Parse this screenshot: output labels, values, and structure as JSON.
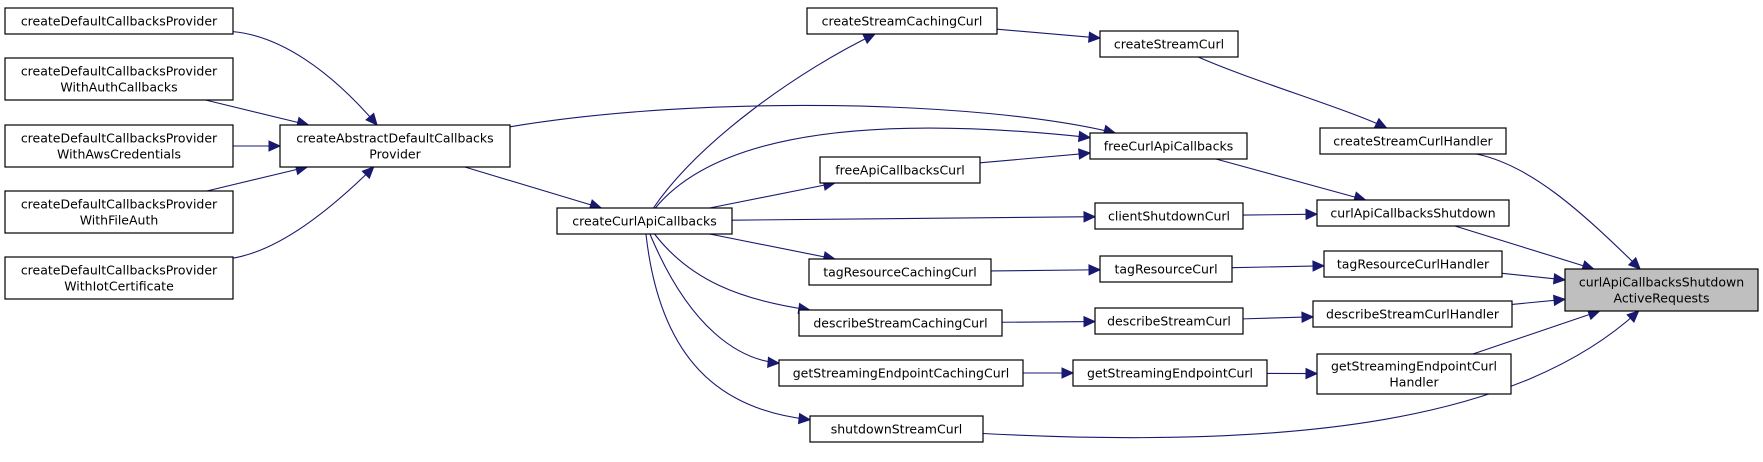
{
  "title": "",
  "colors": {
    "edge": "#191970",
    "node_fill": "#ffffff",
    "node_border": "#000000",
    "root_fill": "#bfbfbf"
  },
  "nodes": {
    "cdcp": {
      "lines": [
        "createDefaultCallbacksProvider"
      ]
    },
    "cdcp_auth": {
      "lines": [
        "createDefaultCallbacksProvider",
        "WithAuthCallbacks"
      ]
    },
    "cdcp_aws": {
      "lines": [
        "createDefaultCallbacksProvider",
        "WithAwsCredentials"
      ]
    },
    "cdcp_file": {
      "lines": [
        "createDefaultCallbacksProvider",
        "WithFileAuth"
      ]
    },
    "cdcp_iot": {
      "lines": [
        "createDefaultCallbacksProvider",
        "WithIotCertificate"
      ]
    },
    "cadcp": {
      "lines": [
        "createAbstractDefaultCallbacks",
        "Provider"
      ]
    },
    "ccac": {
      "lines": [
        "createCurlApiCallbacks"
      ]
    },
    "cscc": {
      "lines": [
        "createStreamCachingCurl"
      ]
    },
    "cscurl": {
      "lines": [
        "createStreamCurl"
      ]
    },
    "facb": {
      "lines": [
        "freeApiCallbacksCurl"
      ]
    },
    "fcac": {
      "lines": [
        "freeCurlApiCallbacks"
      ]
    },
    "csdc": {
      "lines": [
        "clientShutdownCurl"
      ]
    },
    "trcc": {
      "lines": [
        "tagResourceCachingCurl"
      ]
    },
    "trc": {
      "lines": [
        "tagResourceCurl"
      ]
    },
    "dscc": {
      "lines": [
        "describeStreamCachingCurl"
      ]
    },
    "dsc": {
      "lines": [
        "describeStreamCurl"
      ]
    },
    "gsecc": {
      "lines": [
        "getStreamingEndpointCachingCurl"
      ]
    },
    "gsec": {
      "lines": [
        "getStreamingEndpointCurl"
      ]
    },
    "ssc": {
      "lines": [
        "shutdownStreamCurl"
      ]
    },
    "csch": {
      "lines": [
        "createStreamCurlHandler"
      ]
    },
    "cacs": {
      "lines": [
        "curlApiCallbacksShutdown"
      ]
    },
    "trch": {
      "lines": [
        "tagResourceCurlHandler"
      ]
    },
    "dsch": {
      "lines": [
        "describeStreamCurlHandler"
      ]
    },
    "gsech": {
      "lines": [
        "getStreamingEndpointCurl",
        "Handler"
      ]
    },
    "root": {
      "lines": [
        "curlApiCallbacksShutdown",
        "ActiveRequests"
      ]
    }
  },
  "edges": [
    [
      "cdcp",
      "cadcp"
    ],
    [
      "cdcp_auth",
      "cadcp"
    ],
    [
      "cdcp_aws",
      "cadcp"
    ],
    [
      "cdcp_file",
      "cadcp"
    ],
    [
      "cdcp_iot",
      "cadcp"
    ],
    [
      "cadcp",
      "ccac"
    ],
    [
      "cadcp",
      "fcac"
    ],
    [
      "ccac",
      "cscc"
    ],
    [
      "ccac",
      "fcac"
    ],
    [
      "ccac",
      "facb"
    ],
    [
      "ccac",
      "csdc"
    ],
    [
      "ccac",
      "trcc"
    ],
    [
      "ccac",
      "dscc"
    ],
    [
      "ccac",
      "gsecc"
    ],
    [
      "ccac",
      "ssc"
    ],
    [
      "cscc",
      "cscurl"
    ],
    [
      "facb",
      "fcac"
    ],
    [
      "trcc",
      "trc"
    ],
    [
      "dscc",
      "dsc"
    ],
    [
      "gsecc",
      "gsec"
    ],
    [
      "cscurl",
      "csch"
    ],
    [
      "fcac",
      "cacs"
    ],
    [
      "csdc",
      "cacs"
    ],
    [
      "trc",
      "trch"
    ],
    [
      "dsc",
      "dsch"
    ],
    [
      "gsec",
      "gsech"
    ],
    [
      "csch",
      "root"
    ],
    [
      "cacs",
      "root"
    ],
    [
      "trch",
      "root"
    ],
    [
      "dsch",
      "root"
    ],
    [
      "gsech",
      "root"
    ],
    [
      "ssc",
      "root"
    ]
  ]
}
